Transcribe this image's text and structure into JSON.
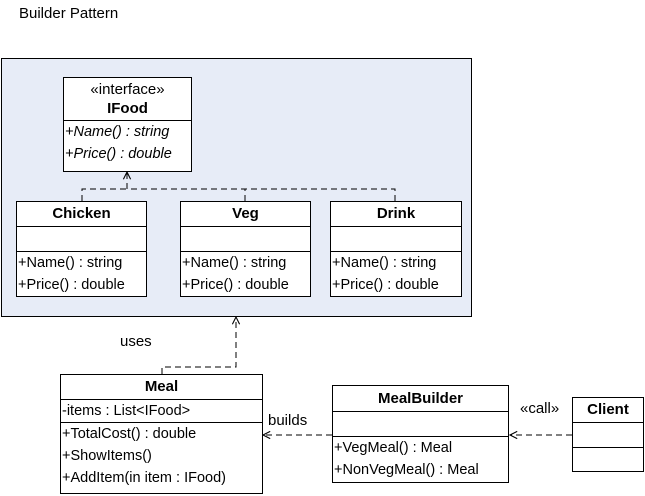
{
  "diagram": {
    "title": "Builder Pattern",
    "ifood": {
      "stereotype": "«interface»",
      "name": "IFood",
      "methods": [
        "+Name() : string",
        "+Price() : double"
      ]
    },
    "chicken": {
      "name": "Chicken",
      "methods": [
        "+Name() : string",
        "+Price() : double"
      ]
    },
    "veg": {
      "name": "Veg",
      "methods": [
        "+Name() : string",
        "+Price() : double"
      ]
    },
    "drink": {
      "name": "Drink",
      "methods": [
        "+Name() : string",
        "+Price() : double"
      ]
    },
    "meal": {
      "name": "Meal",
      "attributes": [
        "-items : List<IFood>"
      ],
      "methods": [
        "+TotalCost() : double",
        "+ShowItems()",
        "+AddItem(in item : IFood)"
      ]
    },
    "mealbuilder": {
      "name": "MealBuilder",
      "methods": [
        "+VegMeal() : Meal",
        "+NonVegMeal() : Meal"
      ]
    },
    "client": {
      "name": "Client"
    },
    "labels": {
      "uses": "uses",
      "builds": "builds",
      "call": "«call»"
    }
  }
}
